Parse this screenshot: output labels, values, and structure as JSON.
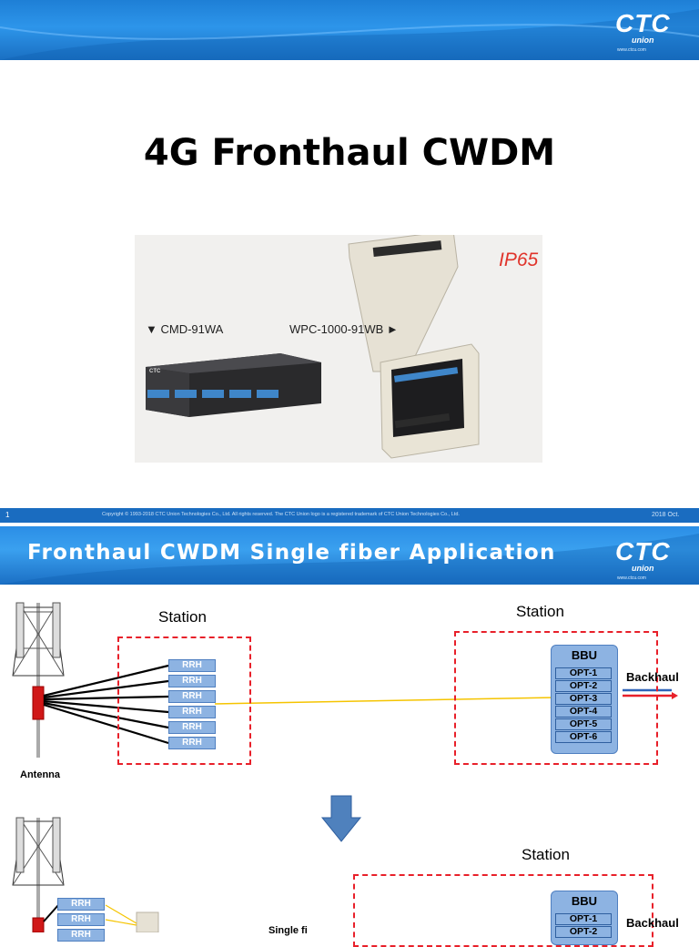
{
  "slide1": {
    "logo": {
      "name": "CTC",
      "sub": "union",
      "url": "www.ctcu.com"
    },
    "title": "4G Fronthaul CWDM",
    "photo": {
      "label_left": "▼ CMD-91WA",
      "label_right": "WPC-1000-91WB ►",
      "badge": "IP65",
      "device_brand": "CTC"
    },
    "footer": {
      "page": "1",
      "copyright": "Copyright © 1993-2018 CTC Union Technologies Co., Ltd. All rights reserved. The CTC Union logo is a registered trademark of CTC Union Technologies Co., Ltd.",
      "date": "2018 Oct."
    }
  },
  "slide2": {
    "title": "Fronthaul CWDM Single fiber Application",
    "logo": {
      "name": "CTC",
      "sub": "union",
      "url": "www.ctcu.com"
    },
    "top_diagram": {
      "station_left": "Station",
      "station_right": "Station",
      "rrh": [
        "RRH",
        "RRH",
        "RRH",
        "RRH",
        "RRH",
        "RRH"
      ],
      "bbu": "BBU",
      "opts": [
        "OPT-1",
        "OPT-2",
        "OPT-3",
        "OPT-4",
        "OPT-5",
        "OPT-6"
      ],
      "backhaul": "Backhaul",
      "antenna": "Antenna"
    },
    "bottom_diagram": {
      "station": "Station",
      "rrh": [
        "RRH",
        "RRH",
        "RRH"
      ],
      "bbu": "BBU",
      "opts": [
        "OPT-1",
        "OPT-2"
      ],
      "backhaul": "Backhaul",
      "single_fiber": "Single fi"
    }
  },
  "colors": {
    "brand_blue": "#1e7fd6",
    "dash_red": "#e8202a",
    "box_blue": "#8db3e2",
    "fiber_yellow": "#f5c400"
  }
}
